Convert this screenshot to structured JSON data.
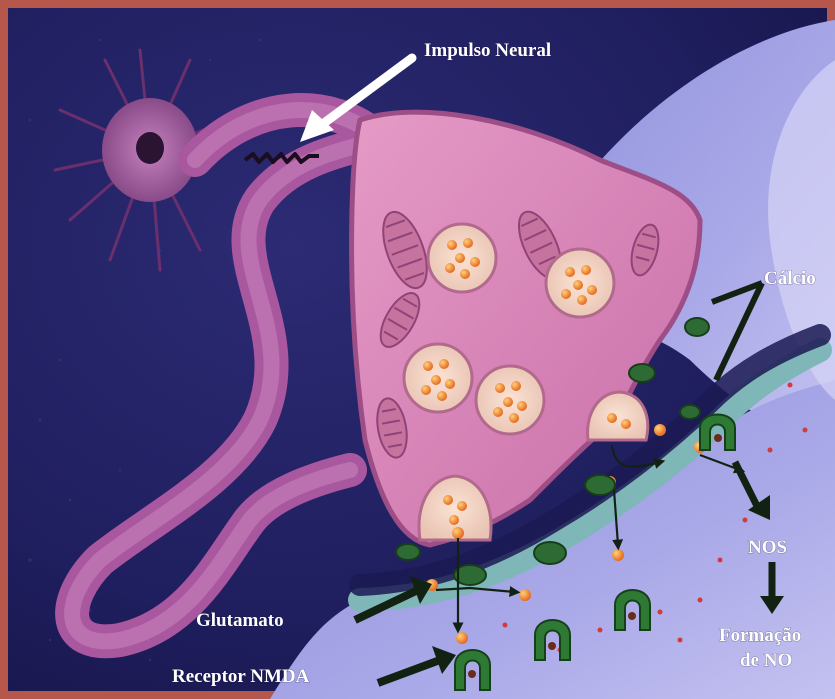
{
  "figure": {
    "labels": {
      "impulse": "Impulso Neural",
      "calcium": "Cálcio",
      "glutamate": "Glutamato",
      "nmda": "Receptor NMDA",
      "nos": "NOS",
      "no_formation_line1": "Formação",
      "no_formation_line2": "de NO"
    },
    "colors": {
      "frame": "#b5574a",
      "background": "#1e1d5c",
      "neuron": "#b86fae",
      "terminal": "#d982b7",
      "postsynaptic": "#9c9ee0",
      "membrane": "#7fb7b9",
      "receptor": "#2e7a34",
      "glutamate": "#f08a1e",
      "arrow_dark": "#122212",
      "arrow_white": "#ffffff"
    }
  }
}
